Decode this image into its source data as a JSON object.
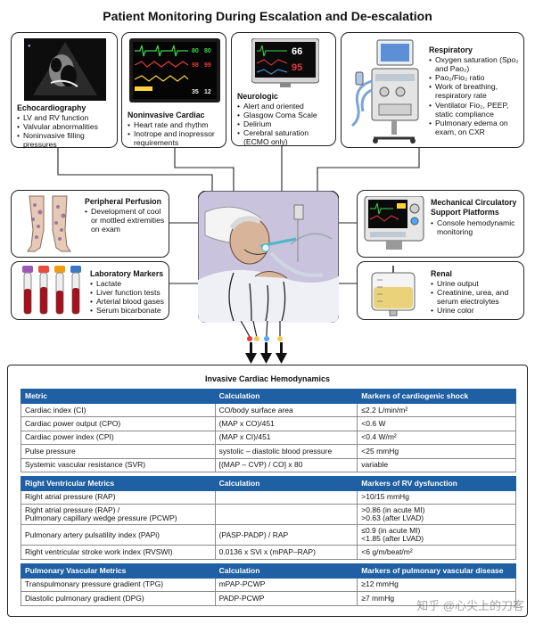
{
  "title": "Patient Monitoring During Escalation and De-escalation",
  "echo": {
    "title": "Echocardiography",
    "items": [
      "LV and RV function",
      "Valvular abnormalities",
      "Noninvasive filling pressures"
    ]
  },
  "noninvasive": {
    "title": "Noninvasive Cardiac",
    "items": [
      "Heart rate and rhythm",
      "Inotrope and inopressor requirements"
    ],
    "monitor": {
      "values": [
        "80",
        "80",
        "98",
        "99",
        "35",
        "12"
      ]
    }
  },
  "neuro": {
    "title": "Neurologic",
    "items": [
      "Alert and oriented",
      "Glasgow Coma Scale",
      "Delirium",
      "Cerebral saturation (ECMO only)"
    ],
    "monitor": {
      "values": [
        "66",
        "95"
      ]
    }
  },
  "resp": {
    "title": "Respiratory",
    "items": [
      "Oxygen saturation (Spo₂ and Pao₂)",
      "Pao₂/Fio₂ ratio",
      "Work of breathing, respiratory rate",
      "Ventilator Fio₂, PEEP, static compliance",
      "Pulmonary edema on exam, on CXR"
    ]
  },
  "perfusion": {
    "title": "Peripheral Perfusion",
    "items": [
      "Development of cool or mottled extremities on exam"
    ]
  },
  "lab": {
    "title": "Laboratory Markers",
    "items": [
      "Lactate",
      "Liver function tests",
      "Arterial blood gases",
      "Serum bicarbonate"
    ]
  },
  "mcs": {
    "title_lines": [
      "Mechanical Circulatory",
      "Support Platforms"
    ],
    "items": [
      "Console hemodynamic monitoring"
    ]
  },
  "renal": {
    "title": "Renal",
    "items": [
      "Urine output",
      "Creatinine, urea, and serum electrolytes",
      "Urine color"
    ]
  },
  "table": {
    "title": "Invasive Cardiac Hemodynamics",
    "sections": [
      {
        "header": [
          "Metric",
          "Calculation",
          "Markers of cardiogenic shock"
        ],
        "rows": [
          [
            "Cardiac index (CI)",
            "CO/body surface area",
            "≤2.2 L/min/m²"
          ],
          [
            "Cardiac power output (CPO)",
            "(MAP x CO)/451",
            "<0.6 W"
          ],
          [
            "Cardiac power index (CPI)",
            "(MAP x CI)/451",
            "<0.4 W/m²"
          ],
          [
            "Pulse pressure",
            "systolic – diastolic  blood pressure",
            "<25 mmHg"
          ],
          [
            "Systemic vascular resistance (SVR)",
            "[(MAP – CVP) / CO] x 80",
            "variable"
          ]
        ]
      },
      {
        "header": [
          "Right Ventricular Metrics",
          "Calculation",
          "Markers of RV dysfunction"
        ],
        "rows": [
          [
            "Right atrial pressure (RAP)",
            "",
            ">10/15 mmHg"
          ],
          [
            "Right atrial pressure (RAP) /\nPulmonary capillary wedge pressure (PCWP)",
            "",
            ">0.86 (in acute MI)\n>0.63 (after LVAD)"
          ],
          [
            "Pulmonary artery pulsatility index (PAPi)",
            "(PASP-PADP) / RAP",
            "≤0.9 (in acute MI)\n<1.85 (after LVAD)"
          ],
          [
            "Right ventricular stroke work index (RVSWI)",
            "0.0136 x SVi x (mPAP–RAP)",
            "<6 g/m/beat/m²"
          ]
        ]
      },
      {
        "header": [
          "Pulmonary Vascular Metrics",
          "Calculation",
          "Markers of pulmonary vascular disease"
        ],
        "rows": [
          [
            "Transpulmonary pressure gradient (TPG)",
            "mPAP-PCWP",
            "≥12 mmHg"
          ],
          [
            "Diastolic pulmonary gradient (DPG)",
            "PADP-PCWP",
            "≥7 mmHg"
          ]
        ]
      }
    ]
  },
  "watermark": "知乎 @心尖上的刀客",
  "colors": {
    "header_blue": "#1f5fa3",
    "patient_bg": "#c9c3dd"
  }
}
